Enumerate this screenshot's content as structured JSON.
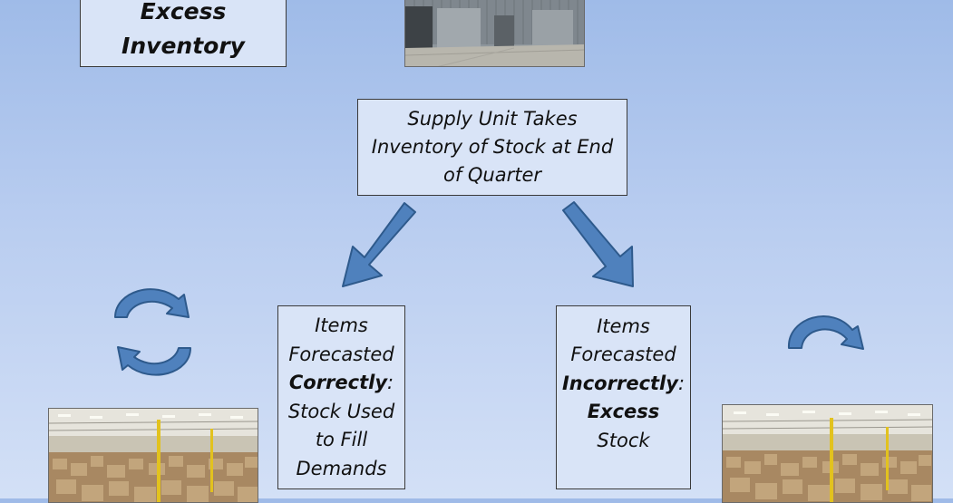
{
  "title": {
    "line1": "Excess",
    "line2": "Inventory"
  },
  "top_box": {
    "lines": [
      "Supply Unit Takes",
      "Inventory of Stock at End",
      "of Quarter"
    ]
  },
  "left_box": {
    "l1": "Items",
    "l2": "Forecasted",
    "l3_bold": "Correctly",
    "l3_rest": ":",
    "l4": "Stock Used",
    "l5": "to Fill",
    "l6": "Demands"
  },
  "right_box": {
    "l1": "Items",
    "l2": "Forecasted",
    "l3_bold": "Incorrectly",
    "l3_rest": ":",
    "l4_bold": "Excess",
    "l5": "Stock"
  },
  "colors": {
    "arrow_fill": "#4f81bd",
    "arrow_stroke": "#2e5a8c",
    "box_fill": "#d9e4f7"
  }
}
